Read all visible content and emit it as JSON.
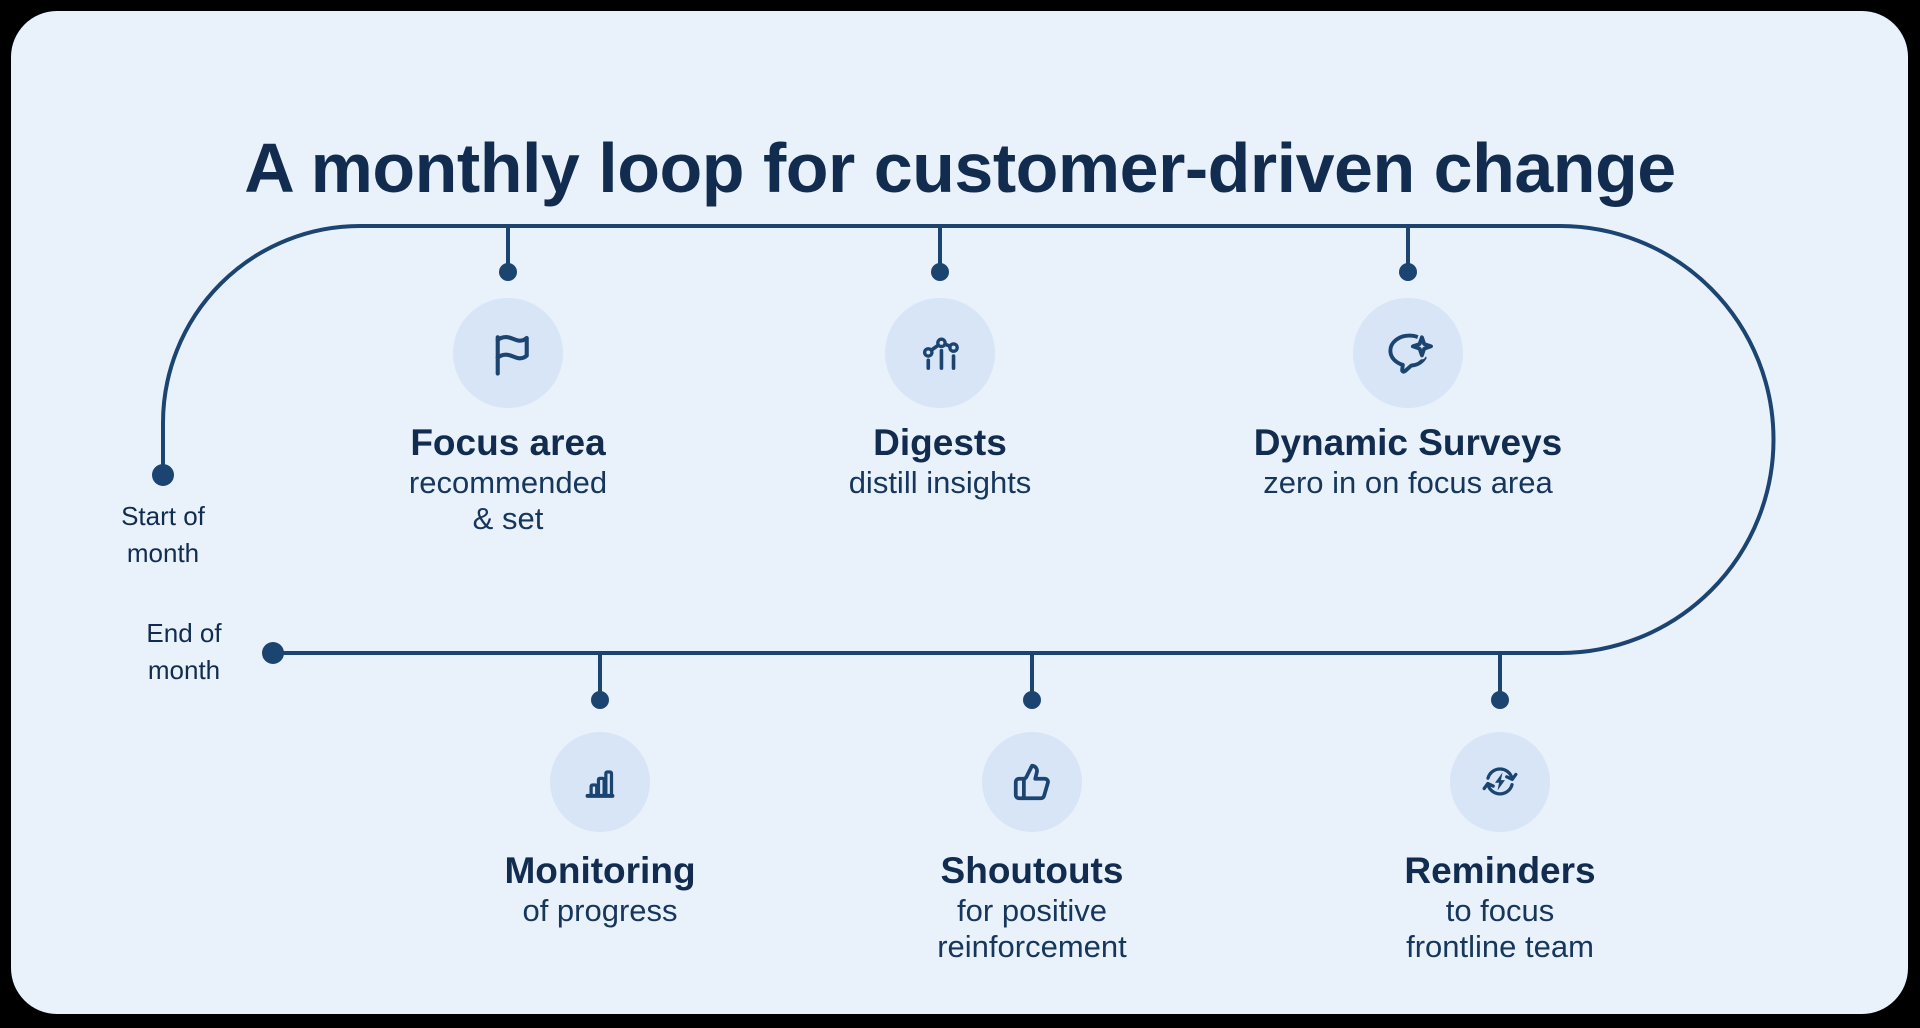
{
  "title": "A monthly loop for customer-driven change",
  "colors": {
    "outer_background": "#000000",
    "card_background": "#E9F1FB",
    "icon_circle": "#D7E5F7",
    "loop_line": "#1B4470",
    "text": "#112C4E"
  },
  "timeline": {
    "start_label_lines": [
      "Start of",
      "month"
    ],
    "end_label_lines": [
      "End of",
      "month"
    ]
  },
  "nodes": [
    {
      "id": "focus-area",
      "icon": "flag-icon",
      "title": "Focus area",
      "subtitle_lines": [
        "recommended",
        "& set"
      ]
    },
    {
      "id": "digests",
      "icon": "line-chart-icon",
      "title": "Digests",
      "subtitle_lines": [
        "distill insights"
      ]
    },
    {
      "id": "dynamic-surveys",
      "icon": "chat-sparkle-icon",
      "title": "Dynamic Surveys",
      "subtitle_lines": [
        "zero in on focus area"
      ]
    },
    {
      "id": "monitoring",
      "icon": "bar-chart-icon",
      "title": "Monitoring",
      "subtitle_lines": [
        "of progress"
      ]
    },
    {
      "id": "shoutouts",
      "icon": "thumbs-up-icon",
      "title": "Shoutouts",
      "subtitle_lines": [
        "for positive",
        "reinforcement"
      ]
    },
    {
      "id": "reminders",
      "icon": "sync-bolt-icon",
      "title": "Reminders",
      "subtitle_lines": [
        "to focus",
        "frontline team"
      ]
    }
  ]
}
